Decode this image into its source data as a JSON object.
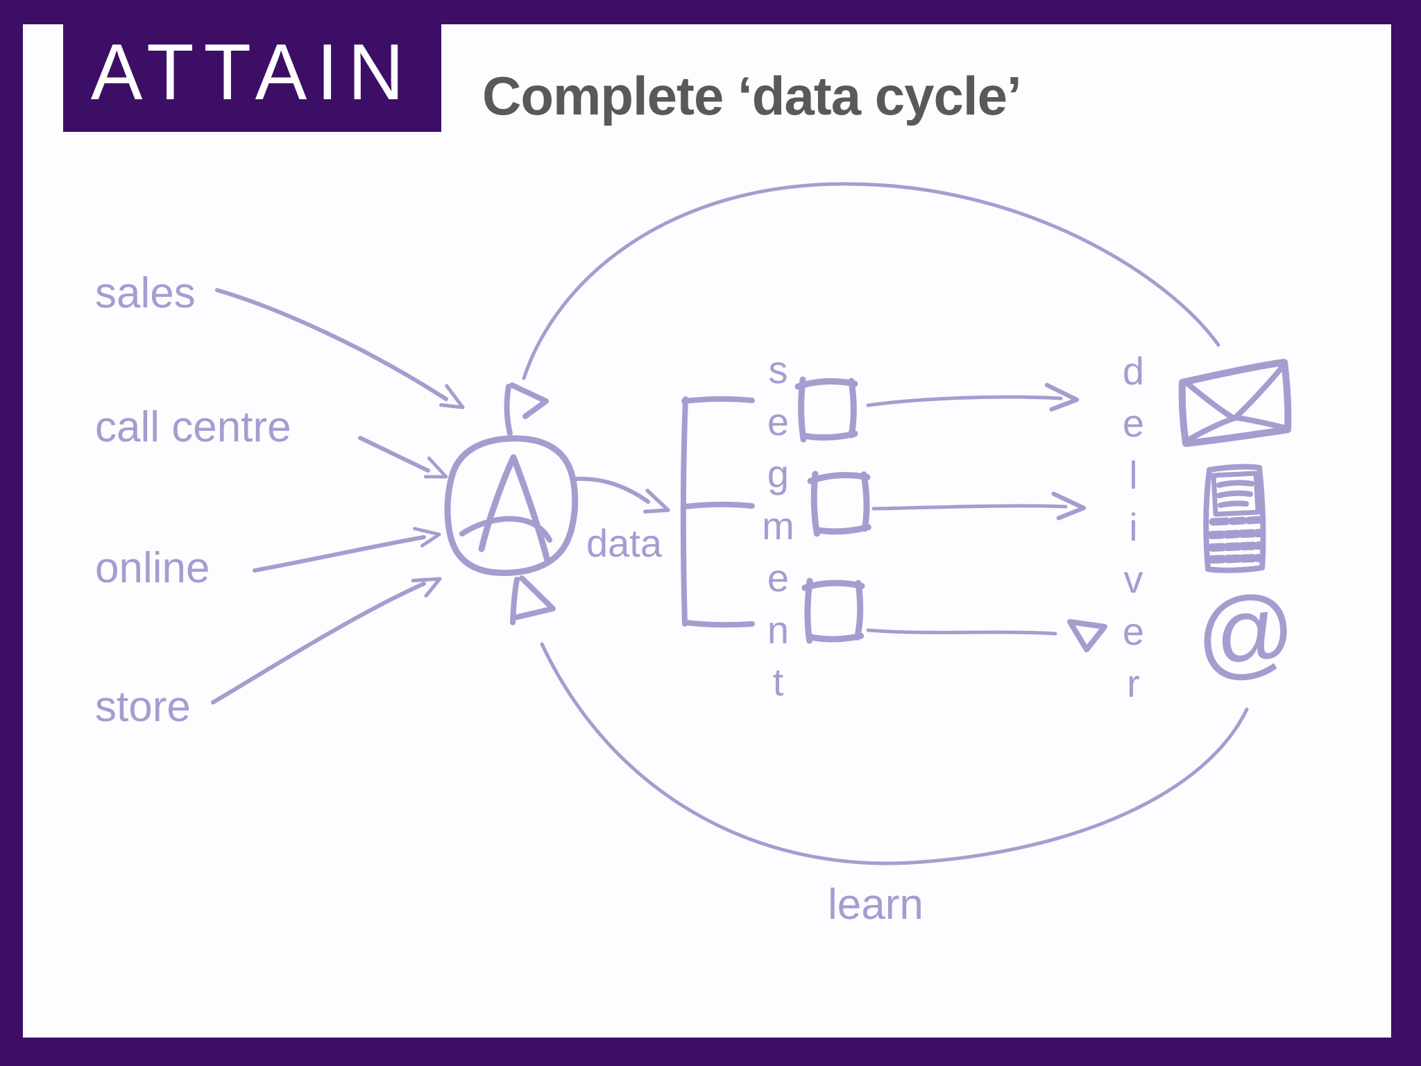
{
  "header": {
    "logo_text": "ATTAIN",
    "title": "Complete ‘data cycle’"
  },
  "diagram": {
    "sources": [
      "sales",
      "call centre",
      "online",
      "store"
    ],
    "hub_letter": "A",
    "data_label": "data",
    "learn_label": "learn",
    "vertical_labels": {
      "segment": "segment",
      "deliver": "deliver"
    },
    "at_symbol": "@",
    "icons": [
      "envelope-icon",
      "mobile-phone-icon",
      "at-symbol-icon",
      "hub-blob-icon",
      "segment-box-icon"
    ],
    "colors": {
      "frame_purple": "#3d0e66",
      "sketch_purple": "#a79ccf",
      "label_purple": "#a59cd0",
      "title_gray": "#595959",
      "logo_white": "#ffffff",
      "slide_background": "#fdfcfe"
    }
  }
}
